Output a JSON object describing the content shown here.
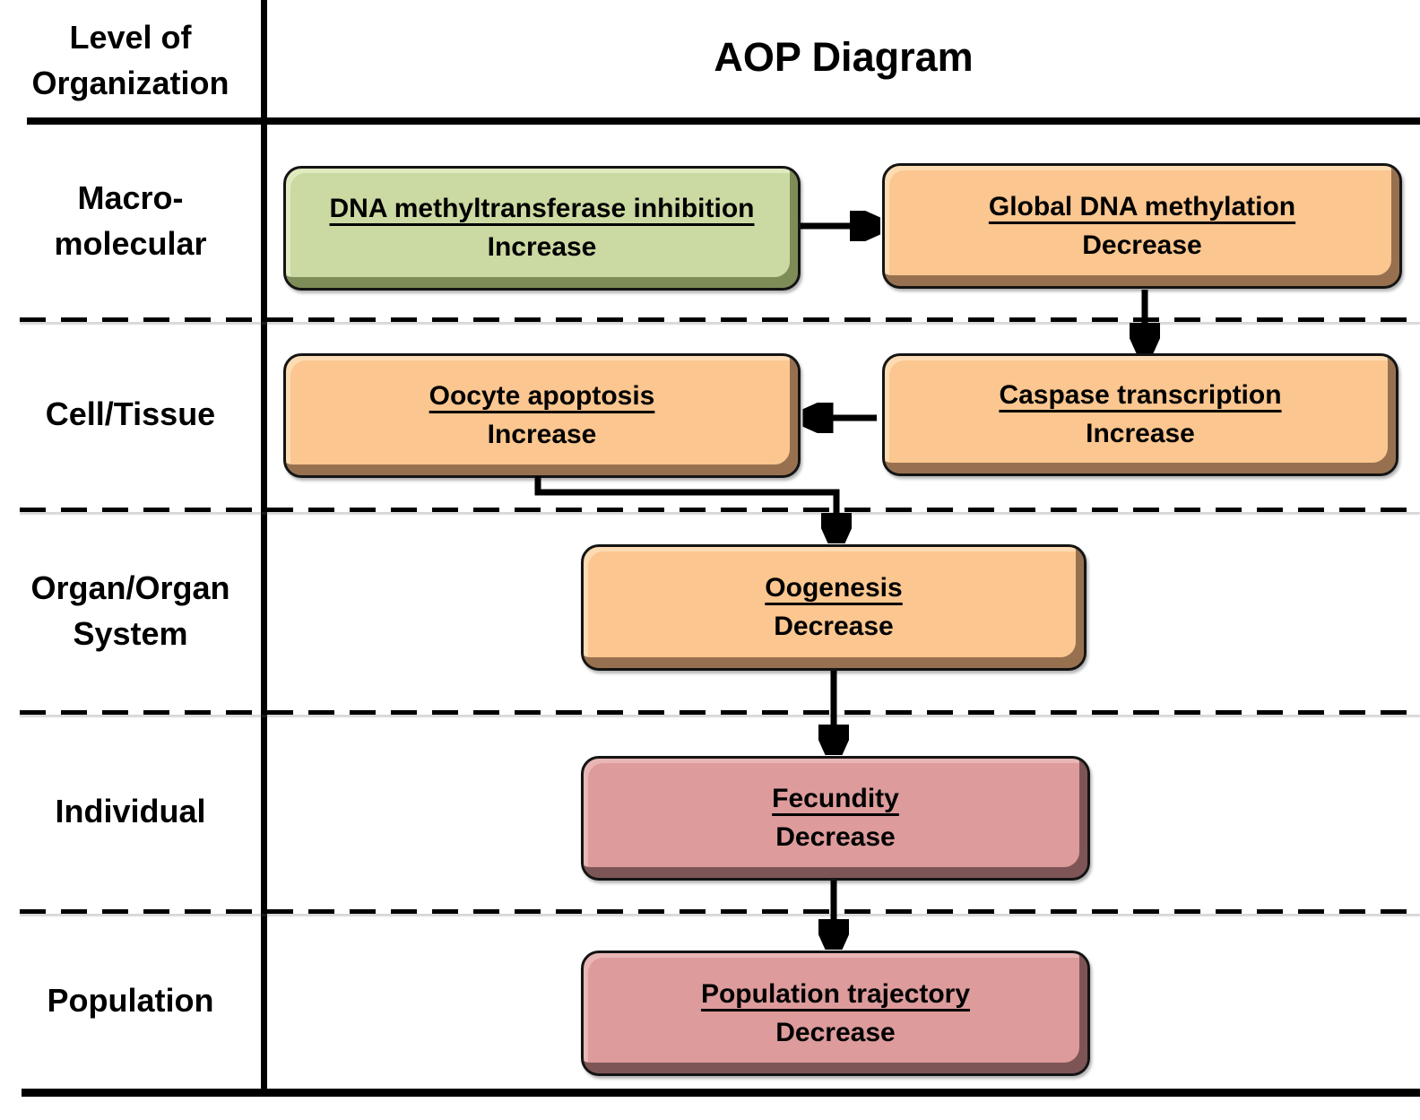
{
  "header": {
    "corner_line1": "Level of",
    "corner_line2": "Organization",
    "title": "AOP Diagram"
  },
  "levels": [
    {
      "lines": [
        "Macro-",
        "molecular"
      ]
    },
    {
      "lines": [
        "Cell/Tissue"
      ]
    },
    {
      "lines": [
        "Organ/Organ",
        "System"
      ]
    },
    {
      "lines": [
        "Individual"
      ]
    },
    {
      "lines": [
        "Population"
      ]
    }
  ],
  "nodes": [
    {
      "title": "DNA methyltransferase inhibition",
      "change": "Increase",
      "level": "Macro-molecular",
      "fill": "#cbd9a2"
    },
    {
      "title": "Global DNA methylation",
      "change": "Decrease",
      "level": "Macro-molecular",
      "fill": "#fbc68f"
    },
    {
      "title": "Oocyte apoptosis",
      "change": "Increase",
      "level": "Cell/Tissue",
      "fill": "#fbc68f"
    },
    {
      "title": "Caspase transcription",
      "change": "Increase",
      "level": "Cell/Tissue",
      "fill": "#fbc68f"
    },
    {
      "title": "Oogenesis",
      "change": "Decrease",
      "level": "Organ/Organ System",
      "fill": "#fbc68f"
    },
    {
      "title": "Fecundity",
      "change": "Decrease",
      "level": "Individual",
      "fill": "#dd9b9b"
    },
    {
      "title": "Population trajectory",
      "change": "Decrease",
      "level": "Population",
      "fill": "#dd9b9b"
    }
  ],
  "edges": [
    {
      "from": "DNA methyltransferase inhibition",
      "to": "Global DNA methylation"
    },
    {
      "from": "Global DNA methylation",
      "to": "Caspase transcription"
    },
    {
      "from": "Caspase transcription",
      "to": "Oocyte apoptosis"
    },
    {
      "from": "Oocyte apoptosis",
      "to": "Oogenesis"
    },
    {
      "from": "Oogenesis",
      "to": "Fecundity"
    },
    {
      "from": "Fecundity",
      "to": "Population trajectory"
    }
  ],
  "colors": {
    "green_fill": "#cbd9a2",
    "orange_fill": "#fbc68f",
    "pink_fill": "#dd9b9b",
    "line": "#000000",
    "background": "#ffffff"
  }
}
